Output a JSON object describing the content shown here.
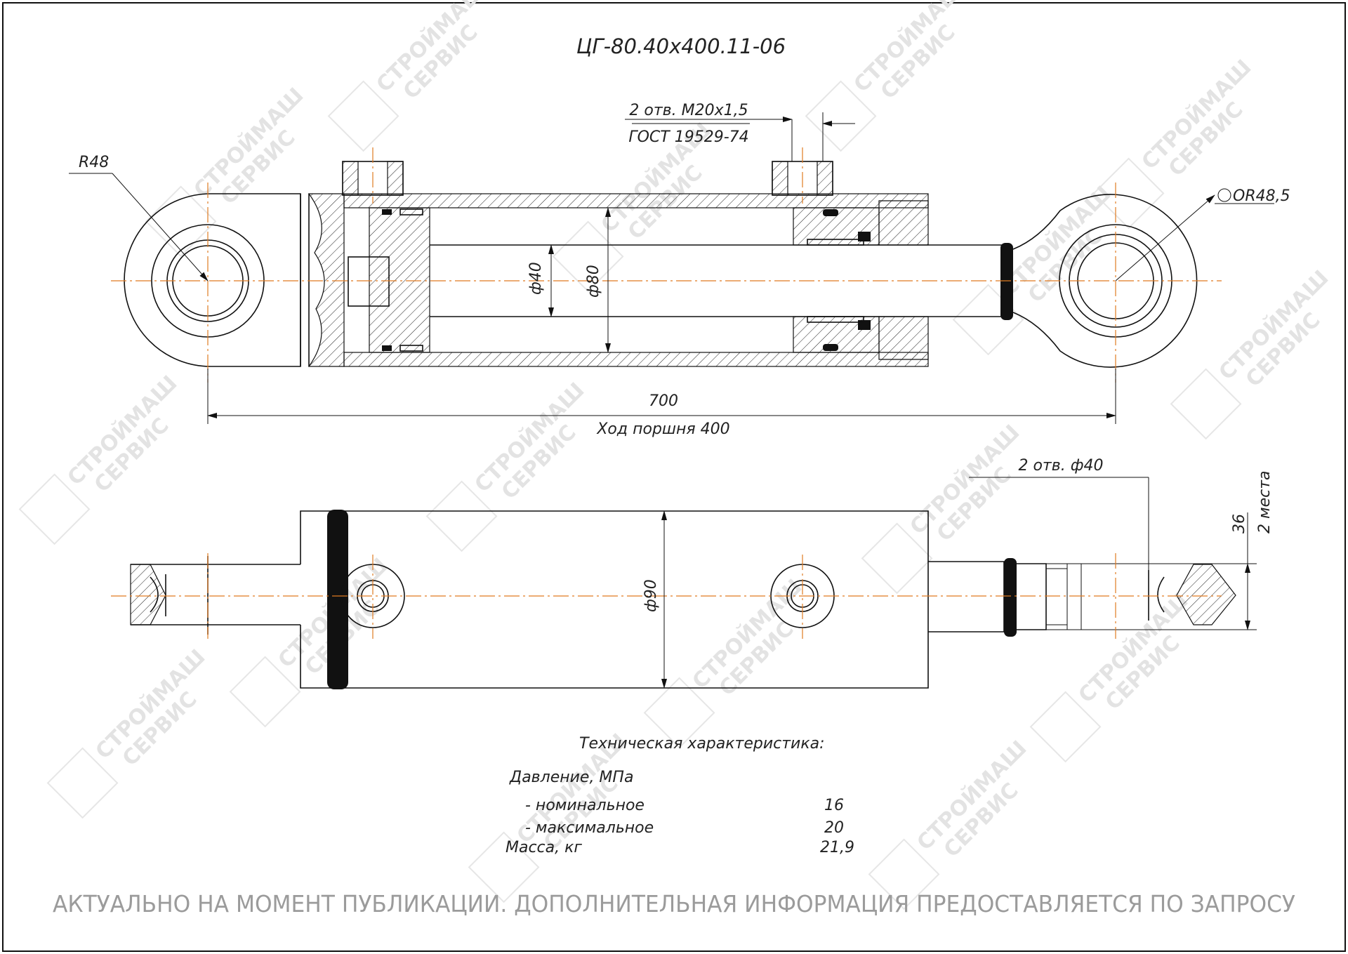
{
  "title": "ЦГ-80.40х400.11-06",
  "watermark": {
    "line1": "СТРОЙМАШ",
    "line2": "СЕРВИС"
  },
  "annotations": {
    "ports_note": "2 отв. М20х1,5",
    "gost": "ГОСТ 19529-74",
    "radius_left": "R48",
    "radius_right": "ОR48,5",
    "rod_diameter": "ф40",
    "bore_diameter": "ф80",
    "overall_length": "700",
    "stroke": "Ход поршня 400",
    "holes_note": "2 отв. ф40",
    "dim_36": "36",
    "two_places": "2 места",
    "body_diameter": "ф90"
  },
  "specs": {
    "heading": "Техническая характеристика:",
    "pressure_label": "Давление, МПа",
    "rows": [
      {
        "label": "- номинальное",
        "value": "16"
      },
      {
        "label": "- максимальное",
        "value": "20"
      }
    ],
    "mass_label": "Масса, кг",
    "mass_value": "21,9"
  },
  "footer": "АКТУАЛЬНО НА МОМЕНТ ПУБЛИКАЦИИ. ДОПОЛНИТЕЛЬНАЯ ИНФОРМАЦИЯ ПРЕДОСТАВЛЯЕТСЯ ПО ЗАПРОСУ",
  "colors": {
    "line": "#111111",
    "axis": "#e07b22",
    "watermark": "#e3e3e3",
    "footer": "#9b9b9b"
  }
}
